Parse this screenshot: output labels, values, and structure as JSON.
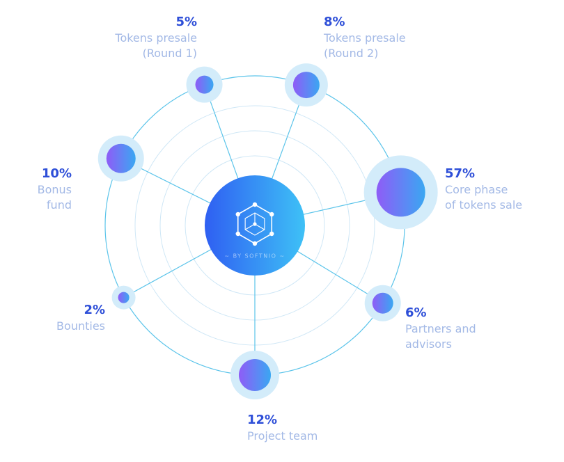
{
  "chart_data": {
    "type": "radial-bubble",
    "center_text": "~ BY SOFTNIO ~",
    "slices": [
      {
        "pct_label": "5%",
        "name": "Tokens presale\n(Round 1)",
        "value": 5
      },
      {
        "pct_label": "8%",
        "name": "Tokens presale\n(Round 2)",
        "value": 8
      },
      {
        "pct_label": "57%",
        "name": "Core phase\nof tokens sale",
        "value": 57
      },
      {
        "pct_label": "6%",
        "name": "Partners and\nadvisors",
        "value": 6
      },
      {
        "pct_label": "12%",
        "name": "Project team",
        "value": 12
      },
      {
        "pct_label": "2%",
        "name": "Bounties",
        "value": 2
      },
      {
        "pct_label": "10%",
        "name": "Bonus\nfund",
        "value": 10
      }
    ]
  },
  "colors": {
    "accent_blue": "#2e4fd8",
    "label_muted": "#a3b9e6",
    "line": "#5bc4ea",
    "halo": "#d3ecfa",
    "bubble_from": "#8f5cf7",
    "bubble_to": "#3aa7f2",
    "center_from": "#2f5ff2",
    "center_to": "#3ec1f6"
  }
}
